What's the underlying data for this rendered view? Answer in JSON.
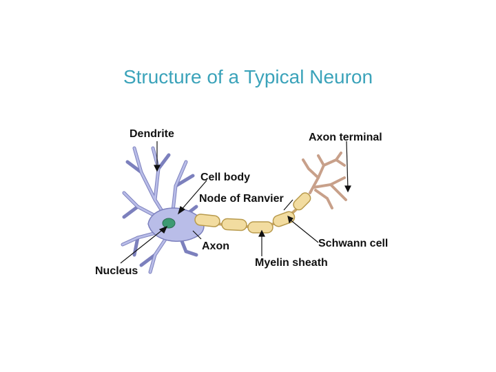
{
  "title": "Structure of a Typical Neuron",
  "labels": {
    "dendrite": "Dendrite",
    "cell_body": "Cell body",
    "node_of_ranvier": "Node of Ranvier",
    "axon_terminal": "Axon terminal",
    "nucleus": "Nucleus",
    "axon": "Axon",
    "myelin_sheath": "Myelin sheath",
    "schwann_cell": "Schwann cell"
  },
  "colors": {
    "title": "#3ba3ba",
    "neuron_body": "#b9bde8",
    "neuron_outline": "#7c80bd",
    "nucleus": "#3d9a72",
    "myelin": "#f2dca0",
    "myelin_outline": "#b89a4c",
    "terminal": "#c8a08a"
  }
}
